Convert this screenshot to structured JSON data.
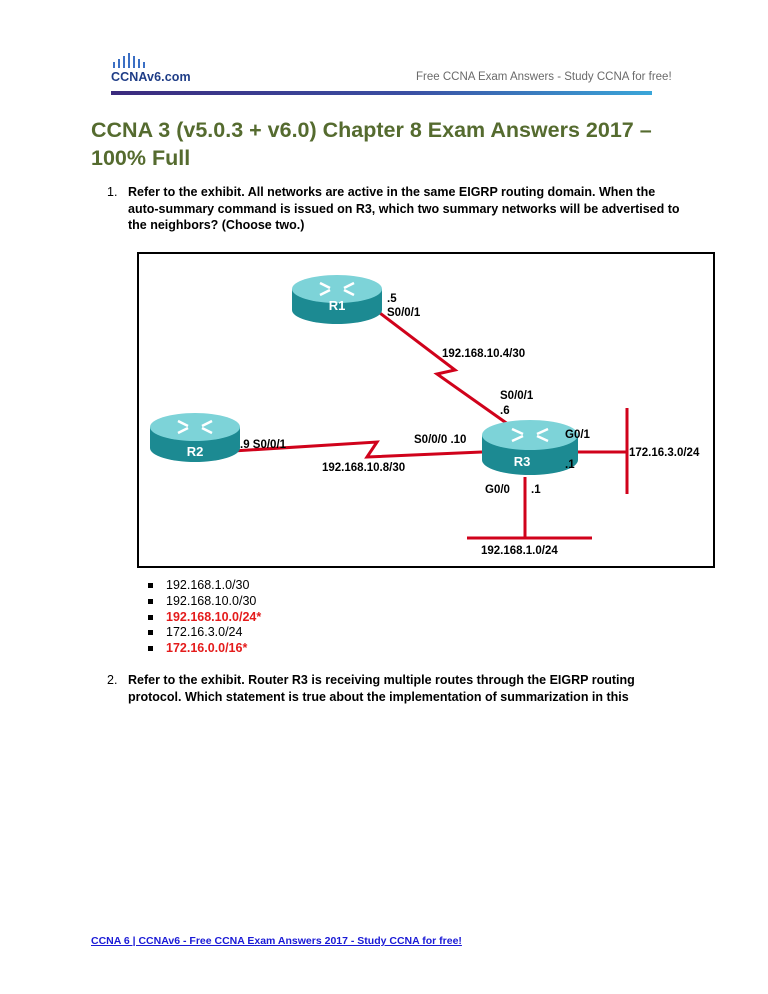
{
  "header": {
    "logo_text": "CCNAv6.com",
    "tagline": "Free CCNA Exam Answers - Study CCNA for free!"
  },
  "title": "CCNA 3 (v5.0.3 + v6.0) Chapter 8 Exam Answers 2017 – 100% Full",
  "questions": [
    {
      "number": "1.",
      "text": "Refer to the exhibit. All networks are active in the same EIGRP routing domain. When the auto-summary command is issued on R3, which two summary networks will be advertised to the neighbors? (Choose two.)",
      "answers": [
        {
          "text": "192.168.1.0/30",
          "correct": false
        },
        {
          "text": "192.168.10.0/30",
          "correct": false
        },
        {
          "text": "192.168.10.0/24*",
          "correct": true
        },
        {
          "text": "172.16.3.0/24",
          "correct": false
        },
        {
          "text": "172.16.0.0/16*",
          "correct": true
        }
      ]
    },
    {
      "number": "2.",
      "text": "Refer to the exhibit. Router R3 is receiving multiple routes through the EIGRP routing protocol. Which statement is true about the implementation of summarization in this"
    }
  ],
  "exhibit": {
    "r1": {
      "name": "R1",
      "host": ".5",
      "interface": "S0/0/1"
    },
    "r2": {
      "name": "R2",
      "host_interface": ".9  S0/0/1"
    },
    "r3": {
      "name": "R3",
      "s001": "S0/0/1",
      "s001_host": ".6",
      "s000": "S0/0/0  .10",
      "g01": "G0/1",
      "g01_host": ".1",
      "g00": "G0/0",
      "g00_host": ".1"
    },
    "links": {
      "r1_r3": "192.168.10.4/30",
      "r2_r3": "192.168.10.8/30",
      "g01_lan": "172.16.3.0/24",
      "g00_lan": "192.168.1.0/24"
    },
    "colors": {
      "link": "#d0021b",
      "router": "#1c8a92",
      "frame": "#000000"
    }
  },
  "footer": {
    "link_text": "CCNA 6 | CCNAv6 - Free CCNA Exam Answers 2017 - Study CCNA for free!"
  }
}
